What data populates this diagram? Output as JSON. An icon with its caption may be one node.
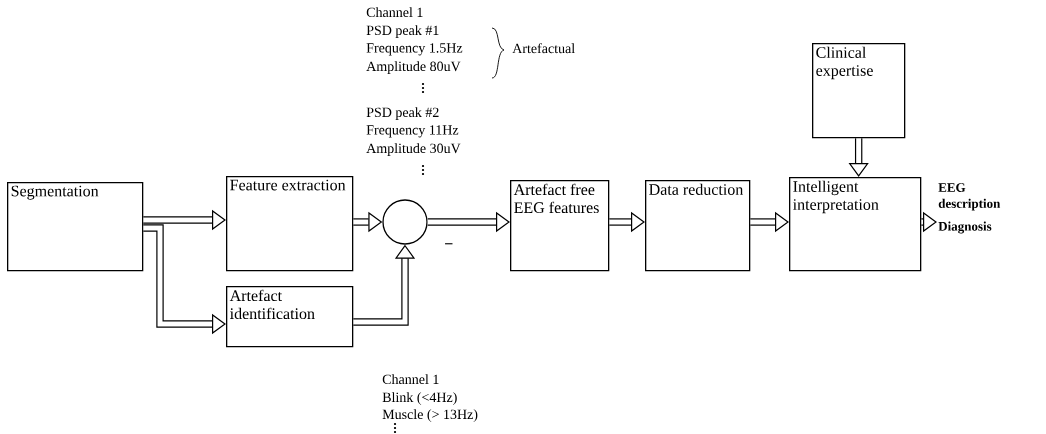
{
  "diagram": {
    "nodes": [
      {
        "text": [
          "Segmentation"
        ]
      },
      {
        "text": [
          "Feature extraction"
        ]
      },
      {
        "text": [
          "Artefact identification"
        ]
      },
      {
        "text": [],
        "shape": "circle"
      },
      {
        "text": [
          "Artefact free EEG features"
        ]
      },
      {
        "text": [
          "Data reduction"
        ]
      },
      {
        "text": [
          "Intelligent interpretation"
        ]
      },
      {
        "text": [
          "Clinical expertise"
        ]
      },
      {
        "text": [
          "EEG description",
          "Diagnosis"
        ]
      }
    ],
    "edges": [
      {
        "from": 0,
        "to": 1,
        "arrow": "to"
      },
      {
        "from": 0,
        "to": 2,
        "arrow": "to"
      },
      {
        "from": 1,
        "to": 3,
        "arrow": "to"
      },
      {
        "from": 2,
        "to": 3,
        "arrow": "to"
      },
      {
        "from": 3,
        "to": 4,
        "arrow": "to"
      },
      {
        "from": 4,
        "to": 5,
        "arrow": "to"
      },
      {
        "from": 5,
        "to": 6,
        "arrow": "to"
      },
      {
        "from": 7,
        "to": 6,
        "arrow": "to"
      },
      {
        "from": 6,
        "to": 8,
        "arrow": "to"
      }
    ],
    "labels": [
      "Channel 1",
      "PSD peak #1",
      "Frequency 1.5Hz",
      "Amplitude 80uV",
      "Artefactual",
      "PSD peak #2",
      "Frequency 11Hz",
      "Amplitude 30uV",
      "−",
      "Channel 1",
      "Blink (<4Hz)",
      "Muscle (> 13Hz)"
    ]
  }
}
